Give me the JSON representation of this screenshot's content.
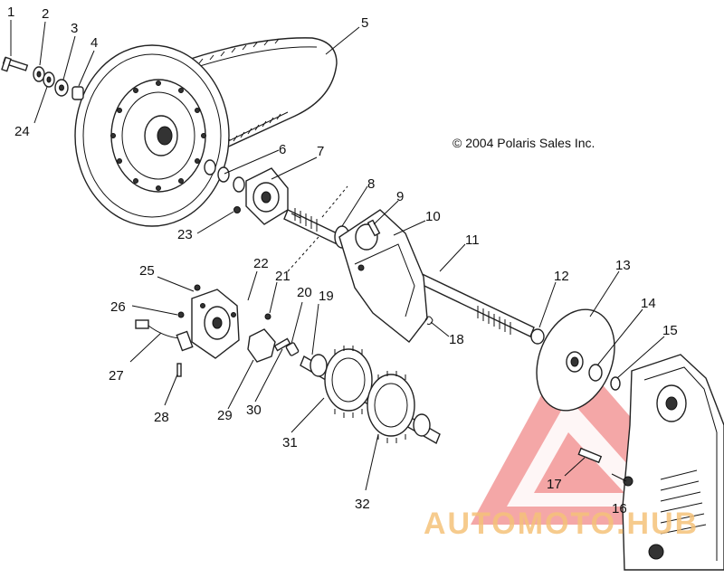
{
  "copyright": "© 2004 Polaris Sales Inc.",
  "watermark": {
    "text": "AUTOMOTO.HUB",
    "text_color": "#f5c27a",
    "logo_color": "#f08a8a"
  },
  "callouts": [
    {
      "id": "callout-1",
      "label": "1"
    },
    {
      "id": "callout-2",
      "label": "2"
    },
    {
      "id": "callout-3",
      "label": "3"
    },
    {
      "id": "callout-4",
      "label": "4"
    },
    {
      "id": "callout-5",
      "label": "5"
    },
    {
      "id": "callout-6",
      "label": "6"
    },
    {
      "id": "callout-7",
      "label": "7"
    },
    {
      "id": "callout-8",
      "label": "8"
    },
    {
      "id": "callout-9",
      "label": "9"
    },
    {
      "id": "callout-10",
      "label": "10"
    },
    {
      "id": "callout-11",
      "label": "11"
    },
    {
      "id": "callout-12",
      "label": "12"
    },
    {
      "id": "callout-13",
      "label": "13"
    },
    {
      "id": "callout-14",
      "label": "14"
    },
    {
      "id": "callout-15",
      "label": "15"
    },
    {
      "id": "callout-16",
      "label": "16"
    },
    {
      "id": "callout-17",
      "label": "17"
    },
    {
      "id": "callout-18",
      "label": "18"
    },
    {
      "id": "callout-19",
      "label": "19"
    },
    {
      "id": "callout-20",
      "label": "20"
    },
    {
      "id": "callout-21",
      "label": "21"
    },
    {
      "id": "callout-22",
      "label": "22"
    },
    {
      "id": "callout-23",
      "label": "23"
    },
    {
      "id": "callout-24",
      "label": "24"
    },
    {
      "id": "callout-25",
      "label": "25"
    },
    {
      "id": "callout-26",
      "label": "26"
    },
    {
      "id": "callout-27",
      "label": "27"
    },
    {
      "id": "callout-28",
      "label": "28"
    },
    {
      "id": "callout-29",
      "label": "29"
    },
    {
      "id": "callout-30",
      "label": "30"
    },
    {
      "id": "callout-31",
      "label": "31"
    },
    {
      "id": "callout-32",
      "label": "32"
    }
  ]
}
